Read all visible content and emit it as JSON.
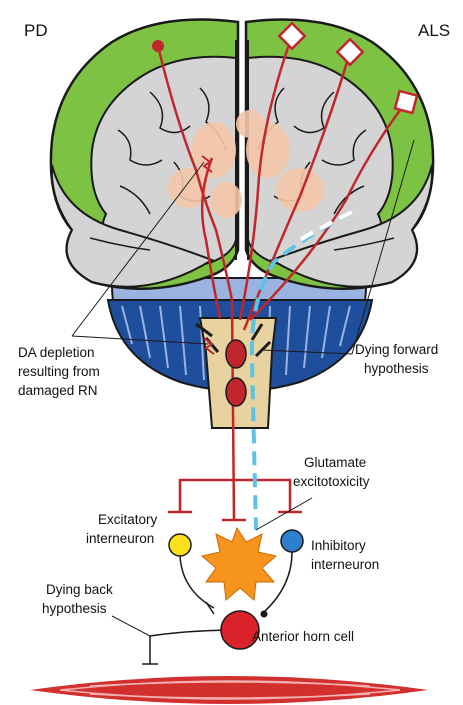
{
  "labels": {
    "pd": "PD",
    "als": "ALS",
    "da_depletion": [
      "DA depletion",
      "resulting from",
      "damaged RN"
    ],
    "dying_forward": [
      "Dying forward",
      "hypothesis"
    ],
    "glutamate": [
      "Glutamate",
      "excitotoxicity"
    ],
    "excitatory": [
      "Excitatory",
      "interneuron"
    ],
    "inhibitory": [
      "Inhibitory",
      "interneuron"
    ],
    "dying_back": [
      "Dying back",
      "hypothesis"
    ],
    "anterior_horn": "Anterior horn cell"
  },
  "colors": {
    "cortex_green": "#7dc242",
    "brain_grey": "#d4d4d4",
    "outline": "#1a1a1a",
    "tract_red": "#c0272d",
    "nucleus_peach": "#f5c7a9",
    "cerebellum_light": "#9bb3e0",
    "cerebellum_dark": "#1f4e9c",
    "brainstem": "#e8d2a0",
    "dashed_tract": "#5bc4e6",
    "excitatory_yellow": "#ffe11a",
    "inhibitory_blue": "#2f7fd1",
    "glutamate_orange": "#f7941d",
    "horn_cell_red": "#d9222a",
    "muscle_red": "#d22f2f"
  },
  "icons": [
    "upper-motor-neuron-cell-body-icon",
    "excitotoxicity-burst-icon",
    "muscle-fiber-icon"
  ]
}
